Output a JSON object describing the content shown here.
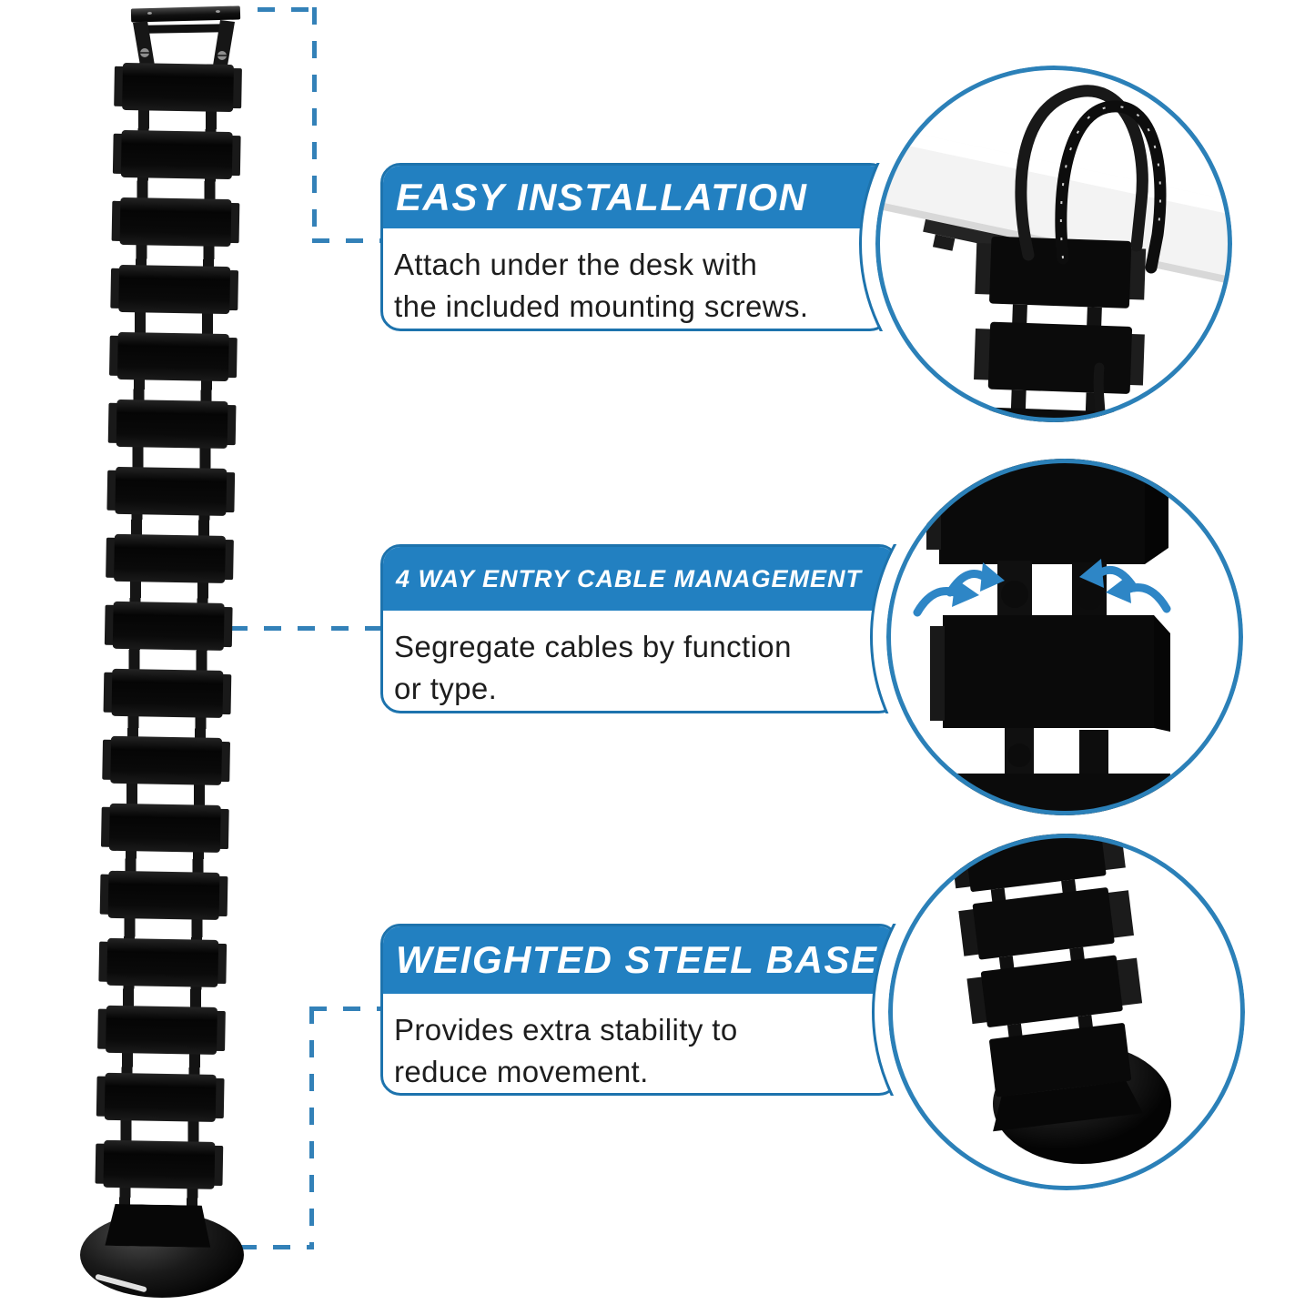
{
  "colors": {
    "band_blue": "#2280c1",
    "card_border_blue": "#1d73ad",
    "ring_blue": "#2b80b8",
    "dash_blue": "#3381b8",
    "arrow_blue": "#2e86c6",
    "product_black": "#0a0a0a",
    "body_text": "#1d1d1d"
  },
  "callouts": [
    {
      "title": "EASY INSTALLATION",
      "body_lines": [
        "Attach under the desk with",
        "the included mounting screws."
      ]
    },
    {
      "title": "4 WAY ENTRY CABLE MANAGEMENT",
      "body_lines": [
        "Segregate cables by function",
        "or type."
      ]
    },
    {
      "title": "WEIGHTED STEEL BASE",
      "body_lines": [
        "Provides extra stability to",
        "reduce movement."
      ]
    }
  ],
  "product": {
    "name": "vertebrae cable management spine",
    "segment_count": 17,
    "details": [
      "under-desk-mounting-detail",
      "cable-entry-detail",
      "weighted-base-detail"
    ]
  }
}
